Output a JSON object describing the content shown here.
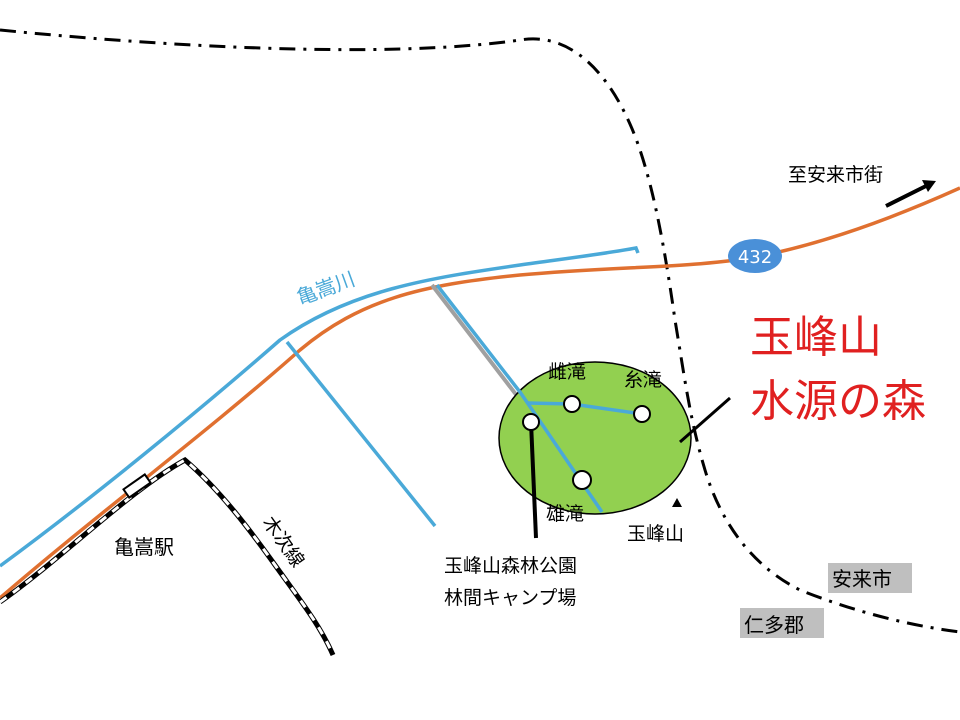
{
  "map": {
    "colors": {
      "river": "#4aa9d8",
      "road": "#e07030",
      "route_badge": "#4a90d8",
      "forest_fill": "#92d050",
      "headline": "#e02020",
      "area_label_bg": "#bfbfbf",
      "path": "#a0a0a0"
    },
    "labels": {
      "direction": "至安来市街",
      "route_number": "432",
      "river": "亀嵩川",
      "title_line1": "玉峰山",
      "title_line2": "水源の森",
      "waterfall_female": "雌滝",
      "waterfall_thread": "糸滝",
      "waterfall_male": "雄滝",
      "mountain": "玉峰山",
      "station": "亀嵩駅",
      "railway": "木次線",
      "camp_line1": "玉峰山森林公園",
      "camp_line2": "林間キャンプ場",
      "municipality_1": "安来市",
      "municipality_2": "仁多郡"
    },
    "icons": {
      "direction_arrow": "arrow-up-right-icon",
      "mountain_peak": "triangle-peak-icon",
      "station_marker": "station-rectangle-icon"
    }
  }
}
